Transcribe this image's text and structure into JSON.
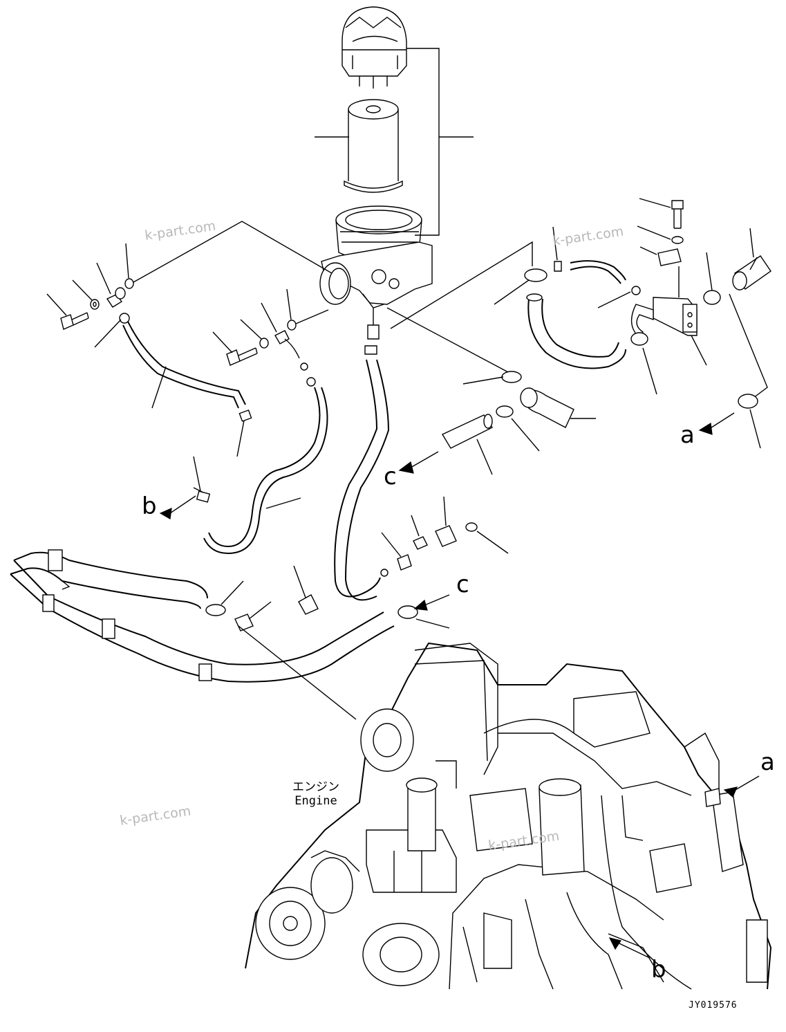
{
  "labels": {
    "a_upper": "a",
    "a_lower": "a",
    "b_upper": "b",
    "b_lower": "b",
    "c_left": "c",
    "c_right": "c"
  },
  "engine_label": {
    "jp": "エンジン",
    "en": "Engine"
  },
  "watermarks": [
    "k-part.com",
    "k-part.com",
    "k-part.com",
    "k-part.com"
  ],
  "drawing_code": "JY019576"
}
